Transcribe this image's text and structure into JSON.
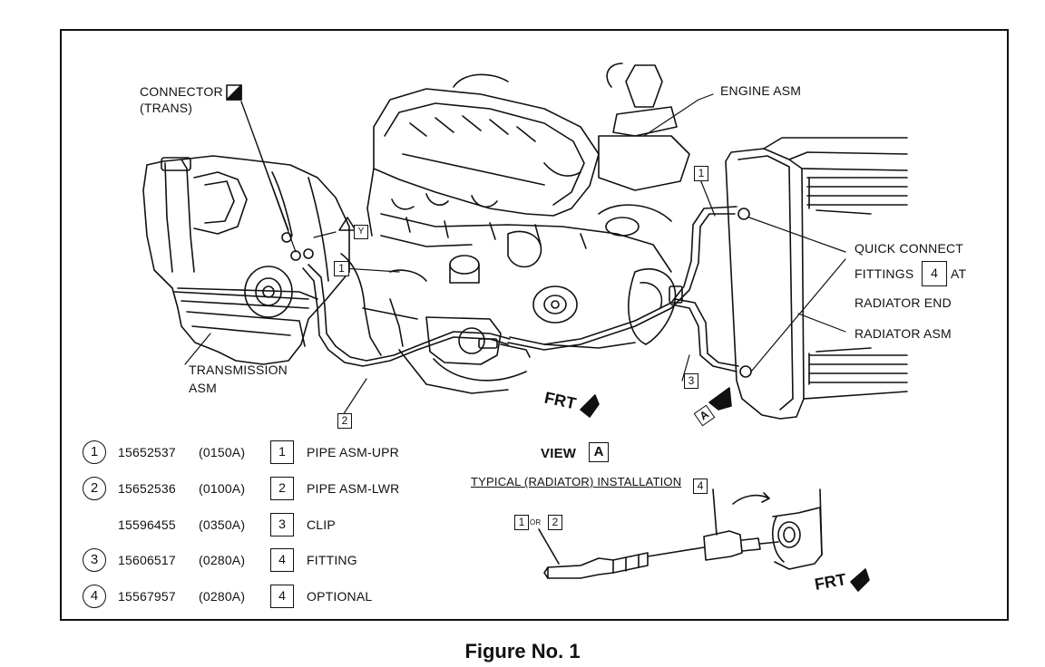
{
  "labels": {
    "connector": "CONNECTOR",
    "connector_sub": "(TRANS)",
    "engine": "ENGINE ASM",
    "qc_line1": "QUICK CONNECT",
    "qc_line2a": "FITTINGS",
    "qc_box": "4",
    "qc_line2b": "AT",
    "qc_line3": "RADIATOR END",
    "radiator": "RADIATOR ASM",
    "transmission_line1": "TRANSMISSION",
    "transmission_line2": "ASM",
    "frt_main": "FRT",
    "frt_detail": "FRT",
    "view_word": "VIEW",
    "view_letter": "A",
    "view_subtitle": "TYPICAL (RADIATOR) INSTALLATION",
    "callout_y": "Y",
    "callout_a": "A",
    "callout_1_top": "1",
    "callout_1_left": "1",
    "callout_2": "2",
    "callout_3": "3",
    "detail_box_1": "1",
    "detail_or": "OR",
    "detail_box_2": "2",
    "detail_box_4": "4"
  },
  "parts": [
    {
      "circle": "1",
      "number": "15652537",
      "code": "(0150A)",
      "box": "1",
      "name": "PIPE ASM-UPR"
    },
    {
      "circle": "2",
      "number": "15652536",
      "code": "(0100A)",
      "box": "2",
      "name": "PIPE ASM-LWR"
    },
    {
      "circle": "",
      "number": "15596455",
      "code": "(0350A)",
      "box": "3",
      "name": "CLIP"
    },
    {
      "circle": "3",
      "number": "15606517",
      "code": "(0280A)",
      "box": "4",
      "name": "FITTING"
    },
    {
      "circle": "4",
      "number": "15567957",
      "code": "(0280A)",
      "box": "4",
      "name": "OPTIONAL"
    }
  ],
  "caption": "Figure No. 1"
}
